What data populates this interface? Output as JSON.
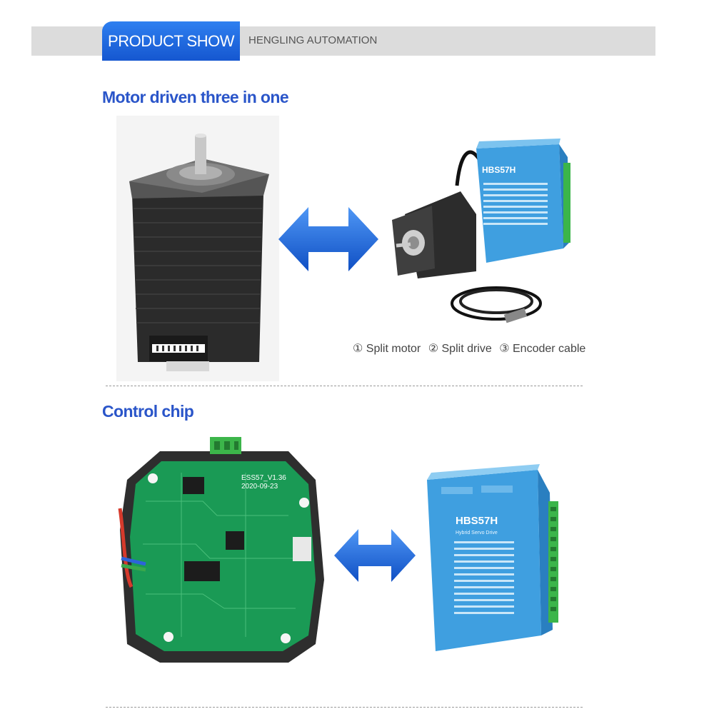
{
  "header": {
    "tab_label": "PRODUCT SHOW",
    "company": "HENGLING AUTOMATION"
  },
  "sections": [
    {
      "title": "Motor driven three in one",
      "caption_items": [
        "① Split motor",
        "② Split drive",
        "③ Encoder cable"
      ],
      "driver_label": "HBS57H"
    },
    {
      "title": "Control chip",
      "board_label_1": "ESS57_V1.36",
      "board_label_2": "2020-09-23",
      "driver_label": "HBS57H",
      "driver_sub": "Hybrid Servo Drive"
    }
  ],
  "colors": {
    "accent": "#1e6bdf",
    "title": "#2a55c9",
    "arrow": "#1f70e6",
    "driver": "#3f9fe0",
    "pcb": "#1a9a55",
    "motor": "#2a2a2a"
  }
}
